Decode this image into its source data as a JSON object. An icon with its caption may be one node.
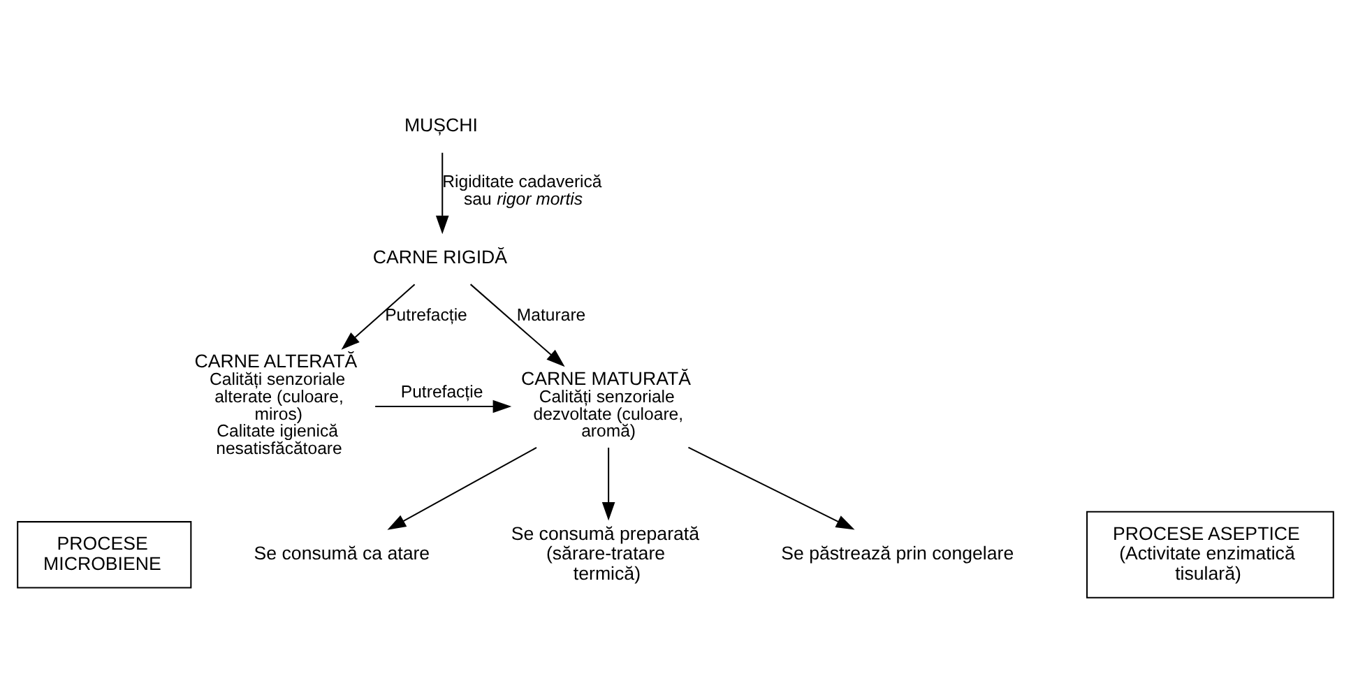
{
  "diagram": {
    "nodes": [
      {
        "text": [
          "MUȘCHI"
        ]
      },
      {
        "text": [
          "CARNE RIGIDĂ"
        ]
      },
      {
        "text": [
          "CARNE ALTERATĂ"
        ],
        "beside": [
          "Calități senzoriale alterate (culoare, miros)",
          "Calitate igienică nesatisfăcătoare"
        ]
      },
      {
        "text": [
          "CARNE MATURATĂ"
        ],
        "beside": [
          "Calități senzoriale dezvoltate (culoare, aromă)"
        ]
      },
      {
        "text": [
          "Se consumă ca atare"
        ]
      },
      {
        "text": [
          "Se consumă preparată (sărare-tratare termică)"
        ]
      },
      {
        "text": [
          "Se păstrează prin congelare"
        ]
      },
      {
        "text": [
          "PROCESE MICROBIENE"
        ]
      },
      {
        "text": [
          "PROCESE ASEPTICE (Activitate enzimatică tisulară)"
        ]
      }
    ],
    "edges": [
      {
        "from": 0,
        "to": 1,
        "arrow": "to",
        "label": "Rigiditate cadaverică sau *rigor mortis*"
      },
      {
        "from": 1,
        "to": 2,
        "arrow": "to",
        "label": "Putrefacție"
      },
      {
        "from": 1,
        "to": 3,
        "arrow": "to",
        "label": "Maturare"
      },
      {
        "from": 2,
        "to": 3,
        "arrow": "to",
        "label": "Putrefacție"
      },
      {
        "from": 3,
        "to": 4,
        "arrow": "to"
      },
      {
        "from": 3,
        "to": 5,
        "arrow": "to"
      },
      {
        "from": 3,
        "to": 6,
        "arrow": "to"
      }
    ]
  }
}
